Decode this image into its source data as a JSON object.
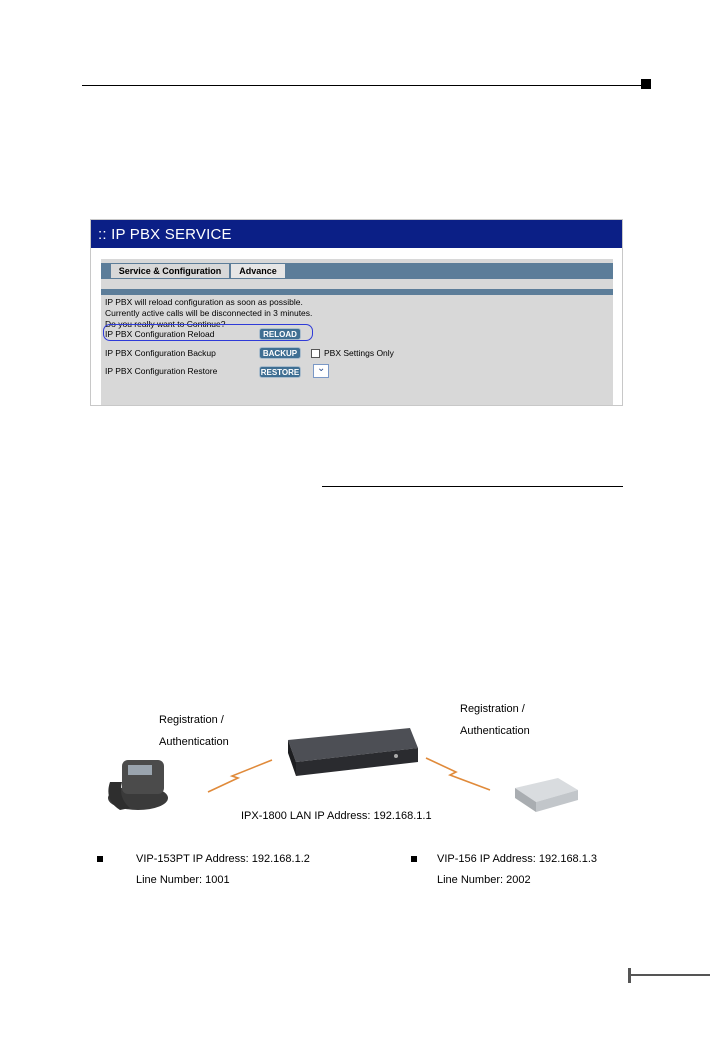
{
  "panel": {
    "title": ":: IP PBX SERVICE",
    "tabs": [
      {
        "label": "Service & Configuration",
        "active": true
      },
      {
        "label": "Advance",
        "active": false
      }
    ],
    "messages": [
      "IP PBX will reload configuration as soon as possible.",
      "Currently active calls will be disconnected in 3 minutes.",
      "Do you really want to Continue?"
    ],
    "rows": [
      {
        "label": "IP PBX Configuration Reload",
        "button": "RELOAD"
      },
      {
        "label": "IP PBX Configuration Backup",
        "button": "BACKUP"
      },
      {
        "label": "IP PBX Configuration Restore",
        "button": "RESTORE"
      }
    ],
    "checkbox_label": "PBX Settings Only",
    "colors": {
      "title_bar": "#0b1f86",
      "tab_bar": "#5c7d99",
      "button": "#3f6f93",
      "highlight": "#2f3bd8"
    }
  },
  "diagram": {
    "left_reg": [
      "Registration /",
      "Authentication"
    ],
    "right_reg": [
      "Registration /",
      "Authentication"
    ],
    "center_label": "IPX-1800 LAN IP Address: 192.168.1.1",
    "left_device": {
      "ip": "VIP-153PT IP Address: 192.168.1.2",
      "line": "Line Number: 1001"
    },
    "right_device": {
      "ip": "VIP-156 IP Address: 192.168.1.3",
      "line": "Line Number: 2002"
    }
  }
}
